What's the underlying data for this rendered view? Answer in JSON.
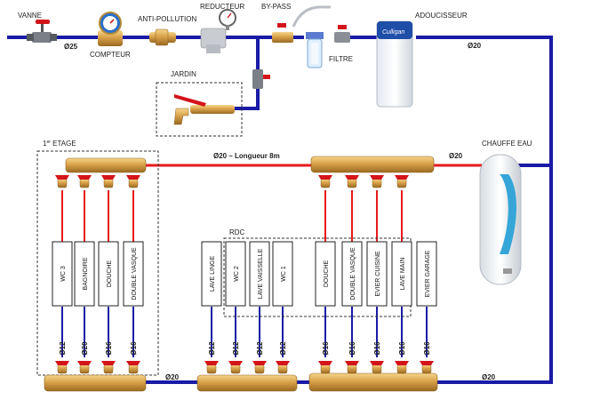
{
  "labels": {
    "vanne": "VANNE",
    "compteur": "COMPTEUR",
    "anti_pollution": "ANTI-POLLUTION",
    "reducteur": "REDUCTEUR",
    "by_pass": "BY-PASS",
    "adoucisseur": "ADOUCISSEUR",
    "filtre": "FILTRE",
    "jardin": "JARDIN",
    "d25": "Ø25",
    "d20_top": "Ø20",
    "etage": "1",
    "etage_sup": "er",
    "etage_rest": " ETAGE",
    "longueur": "Ø20 – Longueur 8m",
    "d20_mid": "Ø20",
    "chauffe_eau": "CHAUFFE EAU",
    "rdc": "RDC",
    "d20_bot_left": "Ø20",
    "d20_bot_right": "Ø20"
  },
  "brand": {
    "adoucisseur_logo": "Culligan"
  },
  "outlets": [
    {
      "name": "WC 3",
      "diameter": "Ø12"
    },
    {
      "name": "BAGNOIRE",
      "diameter": "Ø20"
    },
    {
      "name": "DOUCHE",
      "diameter": "Ø16"
    },
    {
      "name": "DOUBLE VASQUE",
      "diameter": "Ø16"
    },
    {
      "name": "LAVE LINGE",
      "diameter": "Ø12"
    },
    {
      "name": "WC 2",
      "diameter": "Ø12"
    },
    {
      "name": "LAVE VAISSELLE",
      "diameter": "Ø12"
    },
    {
      "name": "WC 1",
      "diameter": "Ø12"
    },
    {
      "name": "DOUCHE",
      "diameter": "Ø16"
    },
    {
      "name": "DOUBLE VASQUE",
      "diameter": "Ø16"
    },
    {
      "name": "EVIER CUISINE",
      "diameter": "Ø16"
    },
    {
      "name": "LAVE MAIN",
      "diameter": "Ø16"
    },
    {
      "name": "EVIER GARAGE",
      "diameter": "Ø16"
    }
  ],
  "colors": {
    "cold_pipe": "#1a1aa6",
    "hot_pipe": "#e8181c",
    "brass": "#d9a24a",
    "valve_handle": "#d4141a"
  }
}
